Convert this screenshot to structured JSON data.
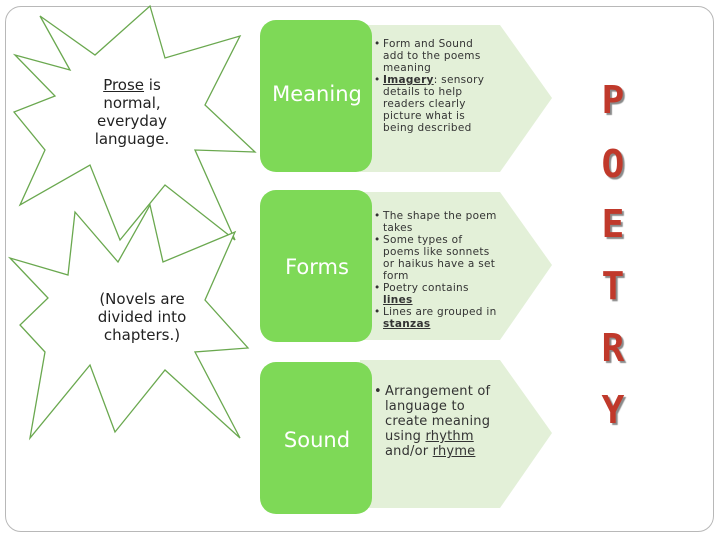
{
  "star_top": {
    "term": "Prose",
    "rest_line1": " is",
    "line2": "normal,",
    "line3": "everyday",
    "line4": "language."
  },
  "star_bottom": {
    "line1": "(Novels are",
    "line2": "divided into",
    "line3": "chapters.)"
  },
  "rows": [
    {
      "label": "Meaning",
      "bullets": [
        {
          "text": "Form and Sound add to the poems meaning"
        },
        {
          "term": "Imagery",
          "text": ": sensory details to help readers clearly picture what is being described"
        }
      ]
    },
    {
      "label": "Forms",
      "bullets": [
        {
          "text": "The shape the poem takes"
        },
        {
          "text": "Some types of poems like sonnets or haikus have a set form"
        },
        {
          "text": "Poetry contains ",
          "term": "lines"
        },
        {
          "text": "Lines are grouped in ",
          "term": "stanzas"
        }
      ]
    },
    {
      "label": "Sound",
      "bullets": [
        {
          "text": "Arrangement of language to create meaning using ",
          "u1": "rhythm",
          "mid": " and/or ",
          "u2": "rhyme"
        }
      ]
    }
  ],
  "poetry_letters": [
    "P",
    "O",
    "E",
    "T",
    "R",
    "Y"
  ],
  "colors": {
    "box_green": "#7ed957",
    "arrow_green": "#e3f0d8",
    "accent_red": "#c0392b"
  }
}
